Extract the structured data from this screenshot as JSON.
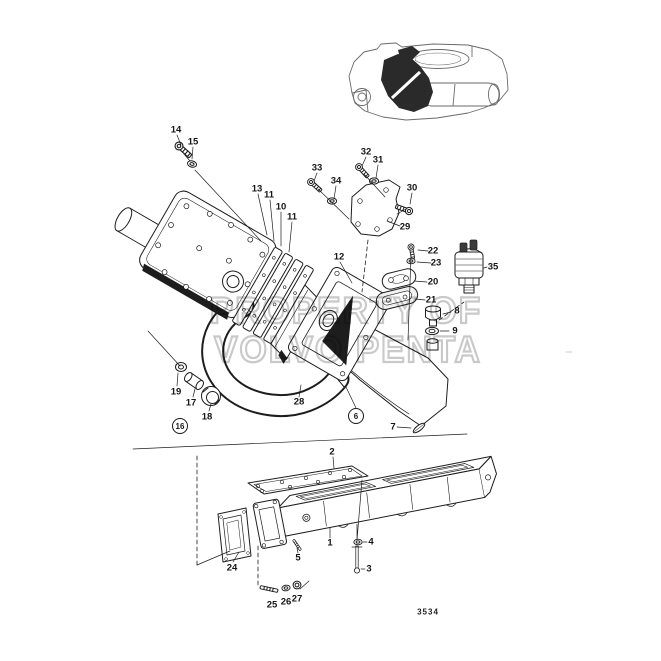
{
  "figure": {
    "number": "3534",
    "watermark": {
      "line1": "PROPERTY OF",
      "line2": "VOLVO PENTA"
    }
  },
  "colors": {
    "ink": "#1d1d1d",
    "thumbnail_ink": "#6a6a6a",
    "watermark": "#c9c9c9",
    "highlight_fill": "#1d1d1d",
    "background": "#ffffff"
  },
  "callouts": {
    "c1": "1",
    "c2": "2",
    "c3": "3",
    "c4": "4",
    "c5": "5",
    "c6": "6",
    "c7": "7",
    "c8": "8",
    "c9": "9",
    "c10": "10",
    "c11a": "11",
    "c11b": "11",
    "c12": "12",
    "c13": "13",
    "c14": "14",
    "c15": "15",
    "c16": "16",
    "c17": "17",
    "c18": "18",
    "c19": "19",
    "c20": "20",
    "c21": "21",
    "c22": "22",
    "c23": "23",
    "c24": "24",
    "c25": "25",
    "c26": "26",
    "c27": "27",
    "c28": "28",
    "c29": "29",
    "c30": "30",
    "c31": "31",
    "c32": "32",
    "c33": "33",
    "c34": "34",
    "c35": "35"
  }
}
